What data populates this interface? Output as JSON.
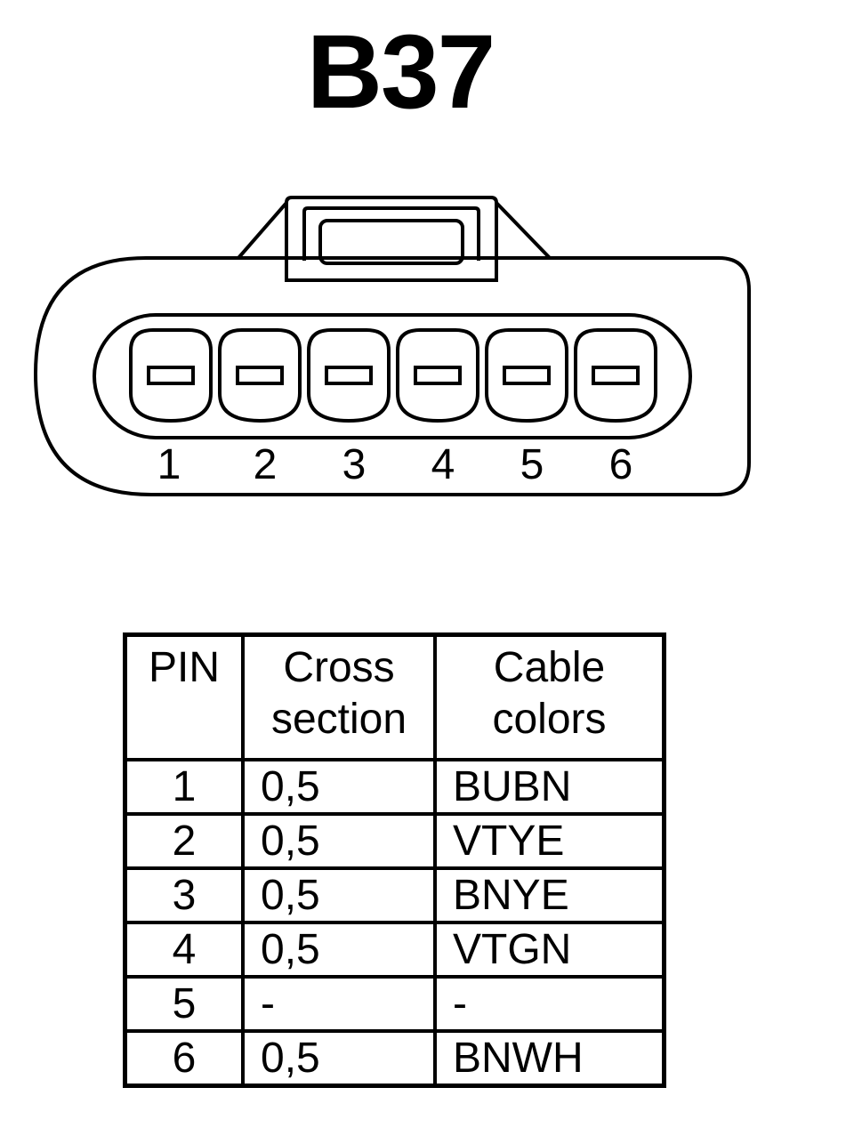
{
  "title": "B37",
  "connector": {
    "pins": [
      "1",
      "2",
      "3",
      "4",
      "5",
      "6"
    ]
  },
  "table": {
    "headers": {
      "pin": "PIN",
      "cross_section": [
        "Cross",
        "section"
      ],
      "cable_colors": [
        "Cable",
        "colors"
      ]
    },
    "rows": [
      {
        "pin": "1",
        "cross_section": "0,5",
        "cable_colors": "BUBN"
      },
      {
        "pin": "2",
        "cross_section": "0,5",
        "cable_colors": "VTYE"
      },
      {
        "pin": "3",
        "cross_section": "0,5",
        "cable_colors": "BNYE"
      },
      {
        "pin": "4",
        "cross_section": "0,5",
        "cable_colors": "VTGN"
      },
      {
        "pin": "5",
        "cross_section": "-",
        "cable_colors": "-"
      },
      {
        "pin": "6",
        "cross_section": "0,5",
        "cable_colors": "BNWH"
      }
    ]
  }
}
